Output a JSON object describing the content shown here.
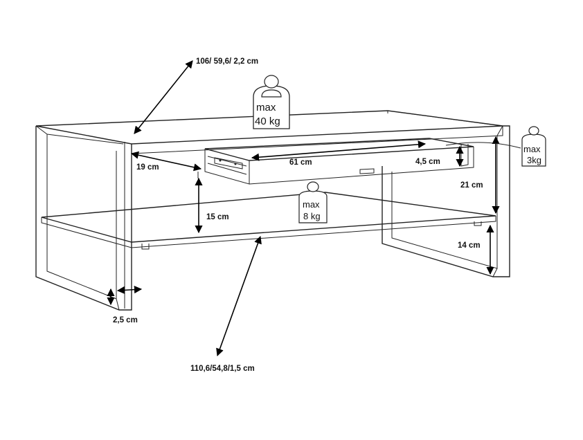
{
  "labels": {
    "top_panel": "106/ 59,6/ 2,2 cm",
    "bottom_panel": "110,6/54,8/1,5 cm",
    "drawer_depth": "19 cm",
    "drawer_width": "61 cm",
    "drawer_height": "4,5 cm",
    "drawer_to_shelf": "15 cm",
    "total_height_upper": "21 cm",
    "shelf_height": "14 cm",
    "frame_thickness": "2,5 cm"
  },
  "weights": {
    "top": {
      "line1": "max",
      "line2": "40 kg"
    },
    "shelf": {
      "line1": "max",
      "line2": "8 kg"
    },
    "drawer": {
      "line1": "max",
      "line2": "3kg"
    }
  }
}
